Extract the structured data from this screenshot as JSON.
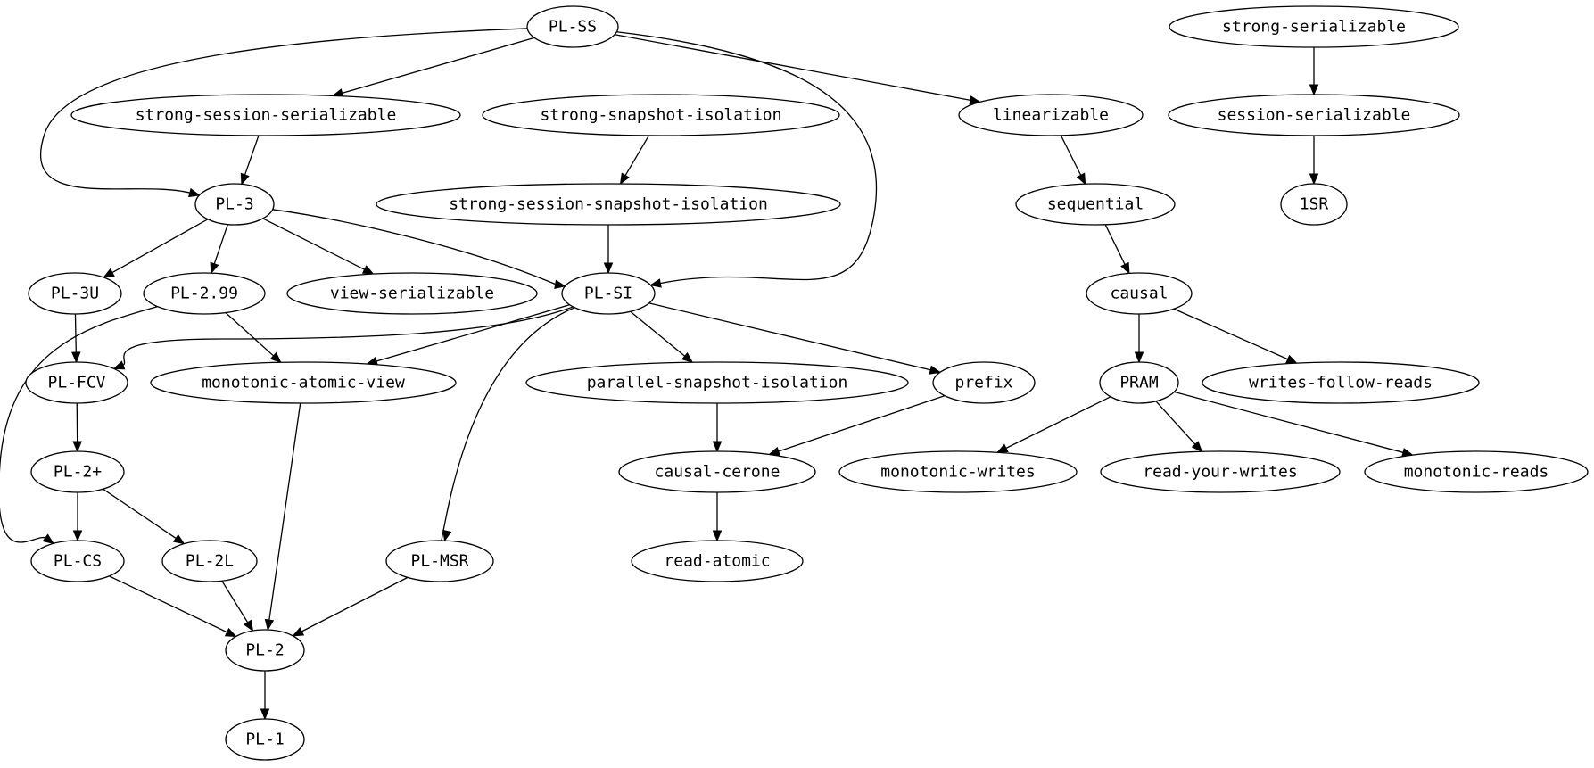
{
  "nodes": [
    {
      "id": "pl-ss",
      "label": "PL-SS"
    },
    {
      "id": "strong-serializable",
      "label": "strong-serializable"
    },
    {
      "id": "strong-session-serializable",
      "label": "strong-session-serializable"
    },
    {
      "id": "strong-snapshot-isolation",
      "label": "strong-snapshot-isolation"
    },
    {
      "id": "linearizable",
      "label": "linearizable"
    },
    {
      "id": "session-serializable",
      "label": "session-serializable"
    },
    {
      "id": "pl-3",
      "label": "PL-3"
    },
    {
      "id": "strong-session-snapshot-isolation",
      "label": "strong-session-snapshot-isolation"
    },
    {
      "id": "sequential",
      "label": "sequential"
    },
    {
      "id": "1sr",
      "label": "1SR"
    },
    {
      "id": "pl-3u",
      "label": "PL-3U"
    },
    {
      "id": "pl-2-99",
      "label": "PL-2.99"
    },
    {
      "id": "view-serializable",
      "label": "view-serializable"
    },
    {
      "id": "pl-si",
      "label": "PL-SI"
    },
    {
      "id": "causal",
      "label": "causal"
    },
    {
      "id": "pl-fcv",
      "label": "PL-FCV"
    },
    {
      "id": "monotonic-atomic-view",
      "label": "monotonic-atomic-view"
    },
    {
      "id": "parallel-snapshot-isolation",
      "label": "parallel-snapshot-isolation"
    },
    {
      "id": "prefix",
      "label": "prefix"
    },
    {
      "id": "pram",
      "label": "PRAM"
    },
    {
      "id": "writes-follow-reads",
      "label": "writes-follow-reads"
    },
    {
      "id": "pl-2-plus",
      "label": "PL-2+"
    },
    {
      "id": "causal-cerone",
      "label": "causal-cerone"
    },
    {
      "id": "monotonic-writes",
      "label": "monotonic-writes"
    },
    {
      "id": "read-your-writes",
      "label": "read-your-writes"
    },
    {
      "id": "monotonic-reads",
      "label": "monotonic-reads"
    },
    {
      "id": "pl-cs",
      "label": "PL-CS"
    },
    {
      "id": "pl-2l",
      "label": "PL-2L"
    },
    {
      "id": "pl-msr",
      "label": "PL-MSR"
    },
    {
      "id": "read-atomic",
      "label": "read-atomic"
    },
    {
      "id": "pl-2",
      "label": "PL-2"
    },
    {
      "id": "pl-1",
      "label": "PL-1"
    }
  ],
  "edges": [
    {
      "from": "pl-ss",
      "to": "strong-session-serializable"
    },
    {
      "from": "pl-ss",
      "to": "pl-3"
    },
    {
      "from": "pl-ss",
      "to": "linearizable"
    },
    {
      "from": "pl-ss",
      "to": "pl-si"
    },
    {
      "from": "strong-serializable",
      "to": "session-serializable"
    },
    {
      "from": "session-serializable",
      "to": "1sr"
    },
    {
      "from": "strong-session-serializable",
      "to": "pl-3"
    },
    {
      "from": "strong-snapshot-isolation",
      "to": "strong-session-snapshot-isolation"
    },
    {
      "from": "strong-session-snapshot-isolation",
      "to": "pl-si"
    },
    {
      "from": "linearizable",
      "to": "sequential"
    },
    {
      "from": "sequential",
      "to": "causal"
    },
    {
      "from": "pl-3",
      "to": "pl-3u"
    },
    {
      "from": "pl-3",
      "to": "pl-2-99"
    },
    {
      "from": "pl-3",
      "to": "view-serializable"
    },
    {
      "from": "pl-3",
      "to": "pl-si"
    },
    {
      "from": "pl-3u",
      "to": "pl-fcv"
    },
    {
      "from": "pl-2-99",
      "to": "monotonic-atomic-view"
    },
    {
      "from": "pl-2-99",
      "to": "pl-cs"
    },
    {
      "from": "pl-si",
      "to": "pl-fcv"
    },
    {
      "from": "pl-si",
      "to": "monotonic-atomic-view"
    },
    {
      "from": "pl-si",
      "to": "parallel-snapshot-isolation"
    },
    {
      "from": "pl-si",
      "to": "prefix"
    },
    {
      "from": "pl-si",
      "to": "pl-msr"
    },
    {
      "from": "causal",
      "to": "pram"
    },
    {
      "from": "causal",
      "to": "writes-follow-reads"
    },
    {
      "from": "pram",
      "to": "monotonic-writes"
    },
    {
      "from": "pram",
      "to": "read-your-writes"
    },
    {
      "from": "pram",
      "to": "monotonic-reads"
    },
    {
      "from": "pl-fcv",
      "to": "pl-2-plus"
    },
    {
      "from": "pl-2-plus",
      "to": "pl-cs"
    },
    {
      "from": "pl-2-plus",
      "to": "pl-2l"
    },
    {
      "from": "monotonic-atomic-view",
      "to": "pl-2"
    },
    {
      "from": "parallel-snapshot-isolation",
      "to": "causal-cerone"
    },
    {
      "from": "prefix",
      "to": "causal-cerone"
    },
    {
      "from": "causal-cerone",
      "to": "read-atomic"
    },
    {
      "from": "pl-cs",
      "to": "pl-2"
    },
    {
      "from": "pl-2l",
      "to": "pl-2"
    },
    {
      "from": "pl-msr",
      "to": "pl-2"
    },
    {
      "from": "pl-2",
      "to": "pl-1"
    }
  ]
}
